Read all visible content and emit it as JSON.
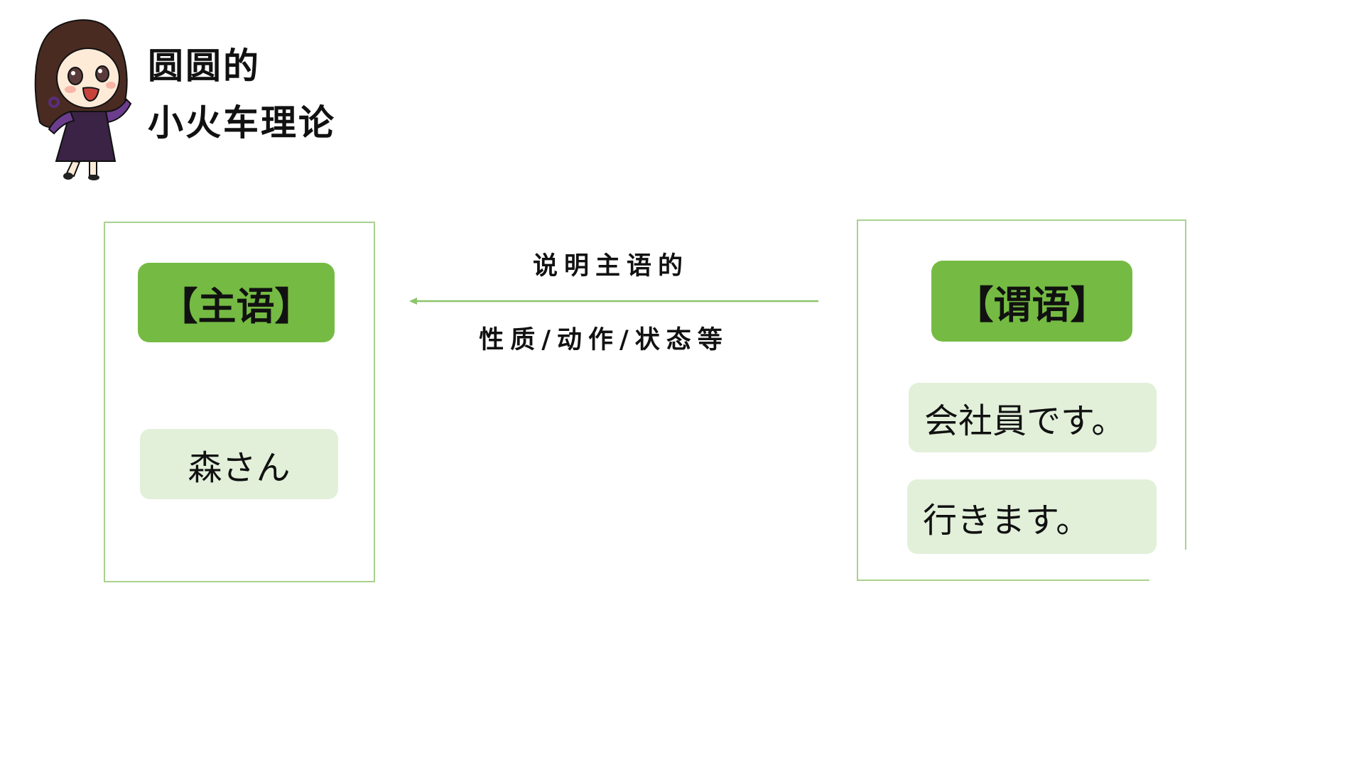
{
  "header": {
    "title_line1": "圆圆的",
    "title_line2": "小火车理论",
    "avatar": "cartoon-girl-avatar"
  },
  "subject_panel": {
    "label": "【主语】",
    "items": [
      "森さん"
    ]
  },
  "relation": {
    "line1": "说明主语的",
    "line2": "性质/动作/状态等",
    "direction": "right-to-left arrow"
  },
  "predicate_panel": {
    "label": "【谓语】",
    "items": [
      "会社員です。",
      "行きます。"
    ]
  },
  "colors": {
    "accent_green": "#75bb43",
    "light_green": "#e2f0da",
    "border_green": "#a9d18e",
    "text": "#111111"
  }
}
